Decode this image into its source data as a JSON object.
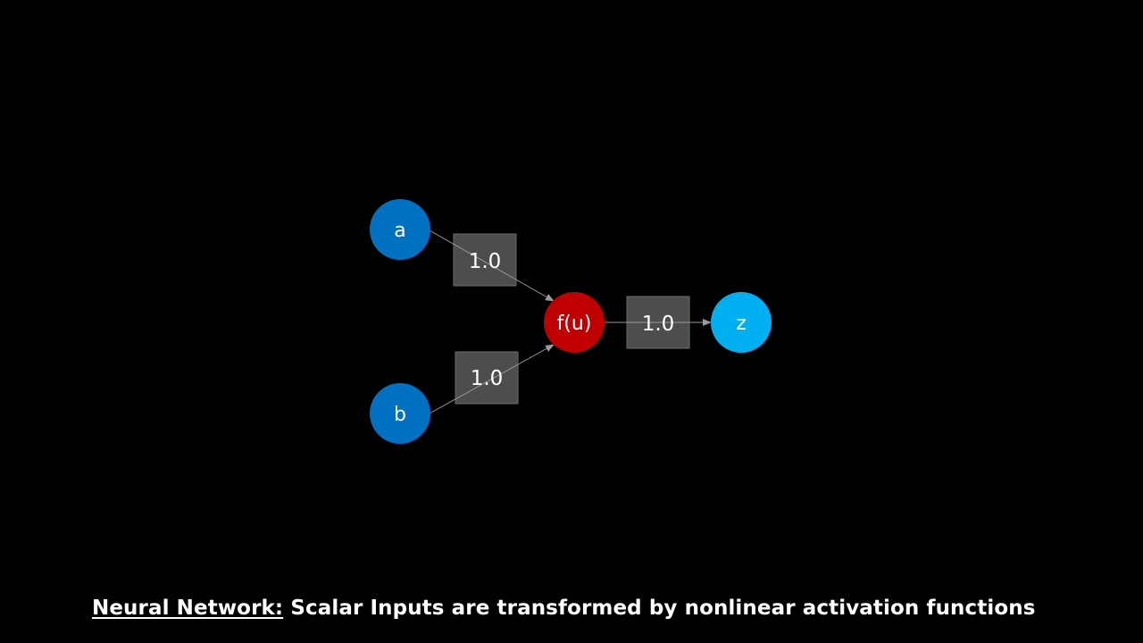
{
  "diagram": {
    "nodes": {
      "a": {
        "label": "a",
        "color": "#0070c0"
      },
      "b": {
        "label": "b",
        "color": "#0070c0"
      },
      "f": {
        "label": "f(u)",
        "color": "#c00000"
      },
      "z": {
        "label": "z",
        "color": "#00b0f0"
      }
    },
    "weights": {
      "a_to_f": "1.0",
      "b_to_f": "1.0",
      "f_to_z": "1.0"
    },
    "edges": [
      {
        "from": "a",
        "to": "f"
      },
      {
        "from": "b",
        "to": "f"
      },
      {
        "from": "f",
        "to": "z"
      }
    ],
    "weight_box_color": "#4d4d4d",
    "edge_color": "#9a9a9a"
  },
  "caption": {
    "lead": "Neural Network:",
    "text": " Scalar Inputs are transformed by nonlinear activation functions"
  }
}
